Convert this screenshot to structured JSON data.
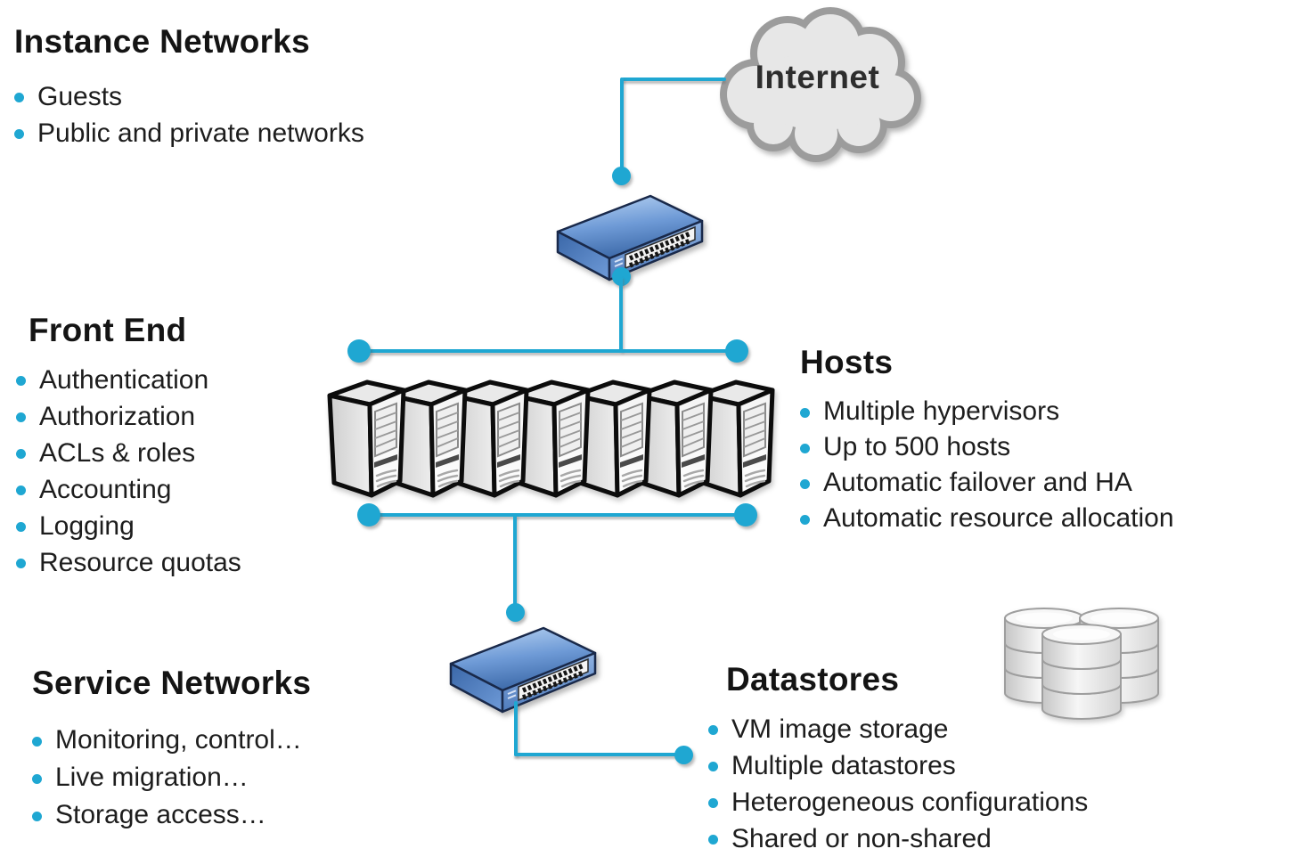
{
  "accent_color": "#1fa7d2",
  "internet": {
    "label": "Internet"
  },
  "sections": {
    "instance_networks": {
      "title": "Instance Networks",
      "items": [
        "Guests",
        "Public and private networks"
      ]
    },
    "front_end": {
      "title": "Front End",
      "items": [
        "Authentication",
        "Authorization",
        "ACLs & roles",
        "Accounting",
        "Logging",
        "Resource quotas"
      ]
    },
    "hosts": {
      "title": "Hosts",
      "items": [
        "Multiple hypervisors",
        "Up to 500 hosts",
        "Automatic failover and HA",
        "Automatic resource allocation"
      ]
    },
    "service_networks": {
      "title": "Service Networks",
      "items": [
        "Monitoring, control…",
        "Live migration…",
        "Storage access…"
      ]
    },
    "datastores": {
      "title": "Datastores",
      "items": [
        "VM image storage",
        "Multiple datastores",
        "Heterogeneous configurations",
        "Shared or non-shared"
      ]
    }
  },
  "icons": {
    "cloud": "internet-cloud",
    "top_switch": "network-switch",
    "bottom_switch": "network-switch",
    "servers": "server-tower-cluster-x7",
    "disks": "datastore-disk-stack"
  }
}
